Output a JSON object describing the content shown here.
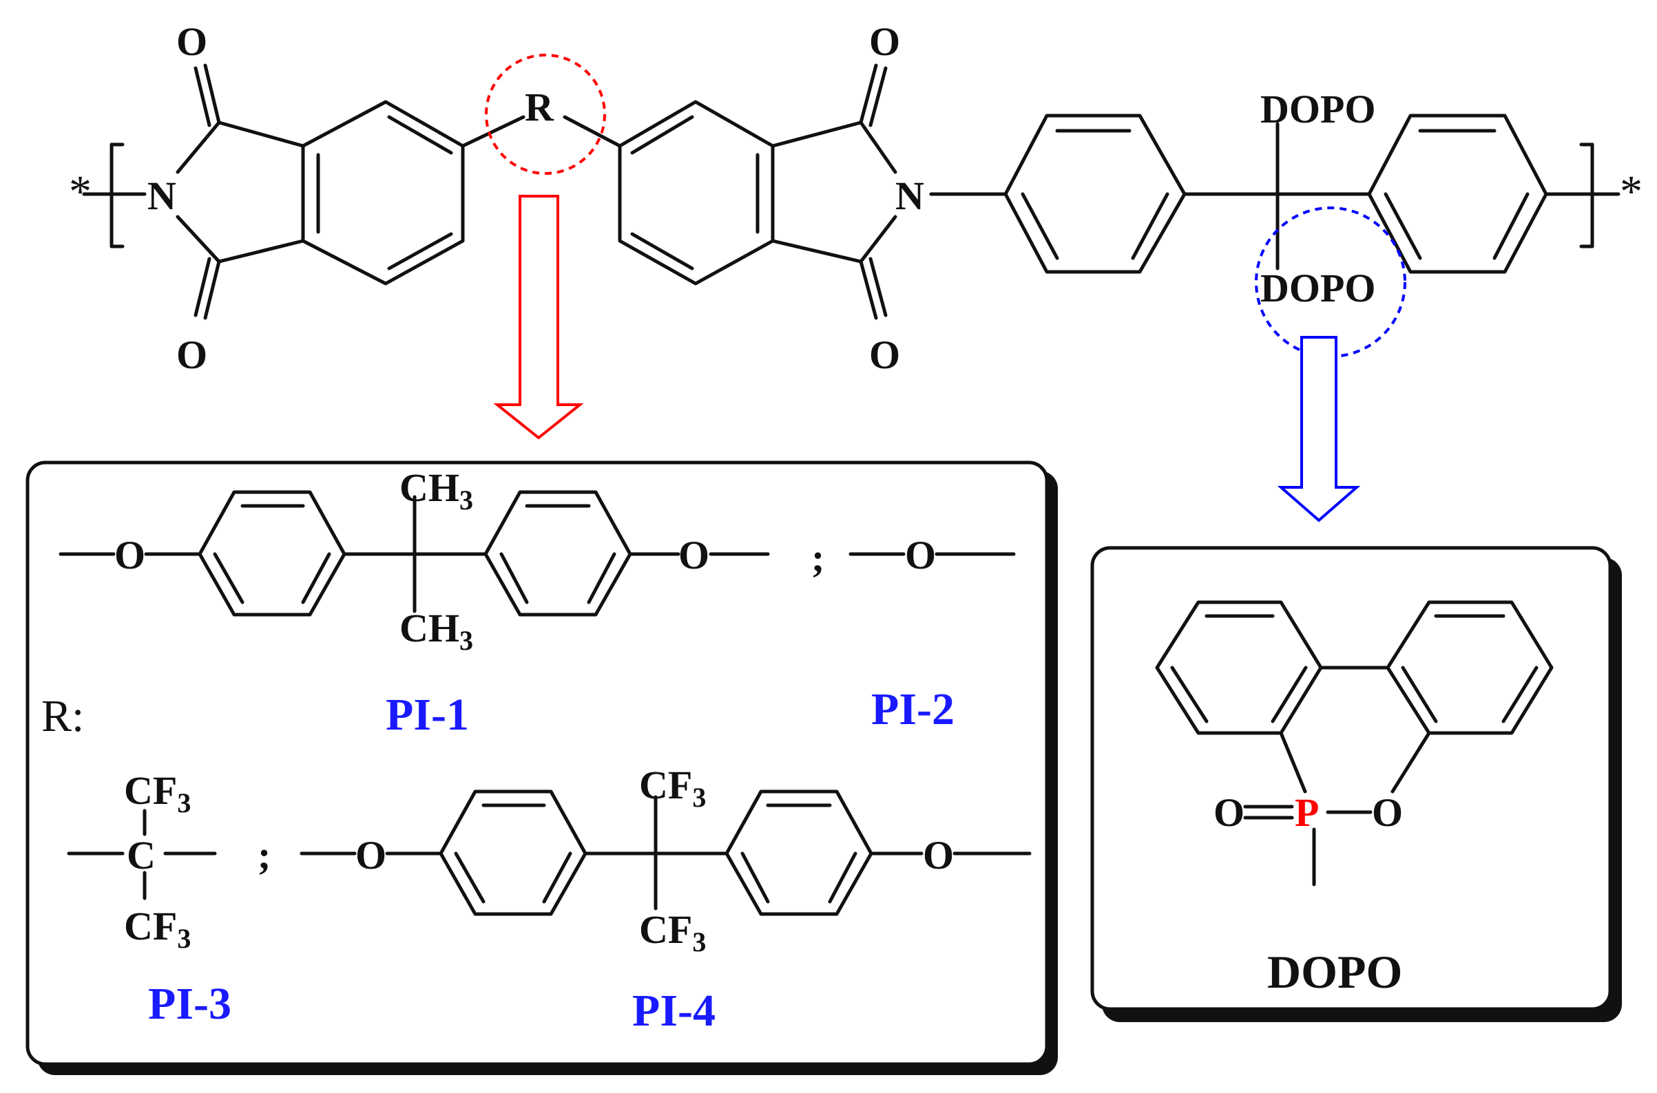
{
  "labels": {
    "o": "O",
    "n": "N",
    "r": "R",
    "star": "*",
    "dopo": "DOPO",
    "ch": "CH",
    "cf": "CF",
    "three": "3",
    "c": "C",
    "p": "P",
    "semicolon": ";",
    "r_colon": "R:",
    "pi1": "PI-1",
    "pi2": "PI-2",
    "pi3": "PI-3",
    "pi4": "PI-4"
  },
  "colors": {
    "r_highlight": "#ff0000",
    "dopo_highlight": "#0000ff",
    "pi_labels": "#1a1aff",
    "phosphorus": "#ff0000"
  }
}
